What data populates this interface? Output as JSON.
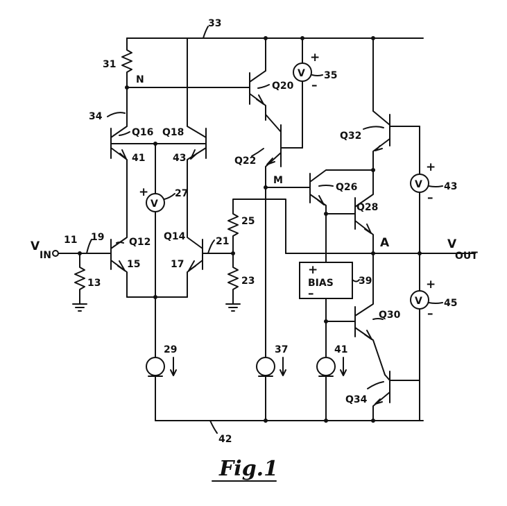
{
  "figure_caption": "Fig.1",
  "nets": {
    "top_rail": "33",
    "bottom_rail": "42",
    "input_node": "11",
    "node_N": "N",
    "node_M": "M",
    "node_A": "A",
    "wire_19": "19",
    "wire_21": "21",
    "wire_34": "34",
    "emitter_15": "15",
    "emitter_17": "17",
    "emitter_41": "41",
    "emitter_43": "43"
  },
  "io": {
    "vin": "V",
    "vin_sub": "IN",
    "vout": "V",
    "vout_sub": "OUT"
  },
  "transistors": {
    "q12": "Q12",
    "q14": "Q14",
    "q16": "Q16",
    "q18": "Q18",
    "q20": "Q20",
    "q22": "Q22",
    "q26": "Q26",
    "q28": "Q28",
    "q30": "Q30",
    "q32": "Q32",
    "q34": "Q34"
  },
  "resistors": {
    "r13": "13",
    "r23": "23",
    "r25": "25",
    "r31": "31"
  },
  "sources": {
    "v27": "27",
    "v35": "35",
    "v43": "43",
    "v45": "45",
    "i29": "29",
    "i37": "37",
    "i41": "41",
    "plus": "+",
    "minus": "–",
    "v_symbol": "V"
  },
  "bias": {
    "label": "BIAS",
    "ref": "39",
    "plus": "+",
    "minus": "–"
  }
}
